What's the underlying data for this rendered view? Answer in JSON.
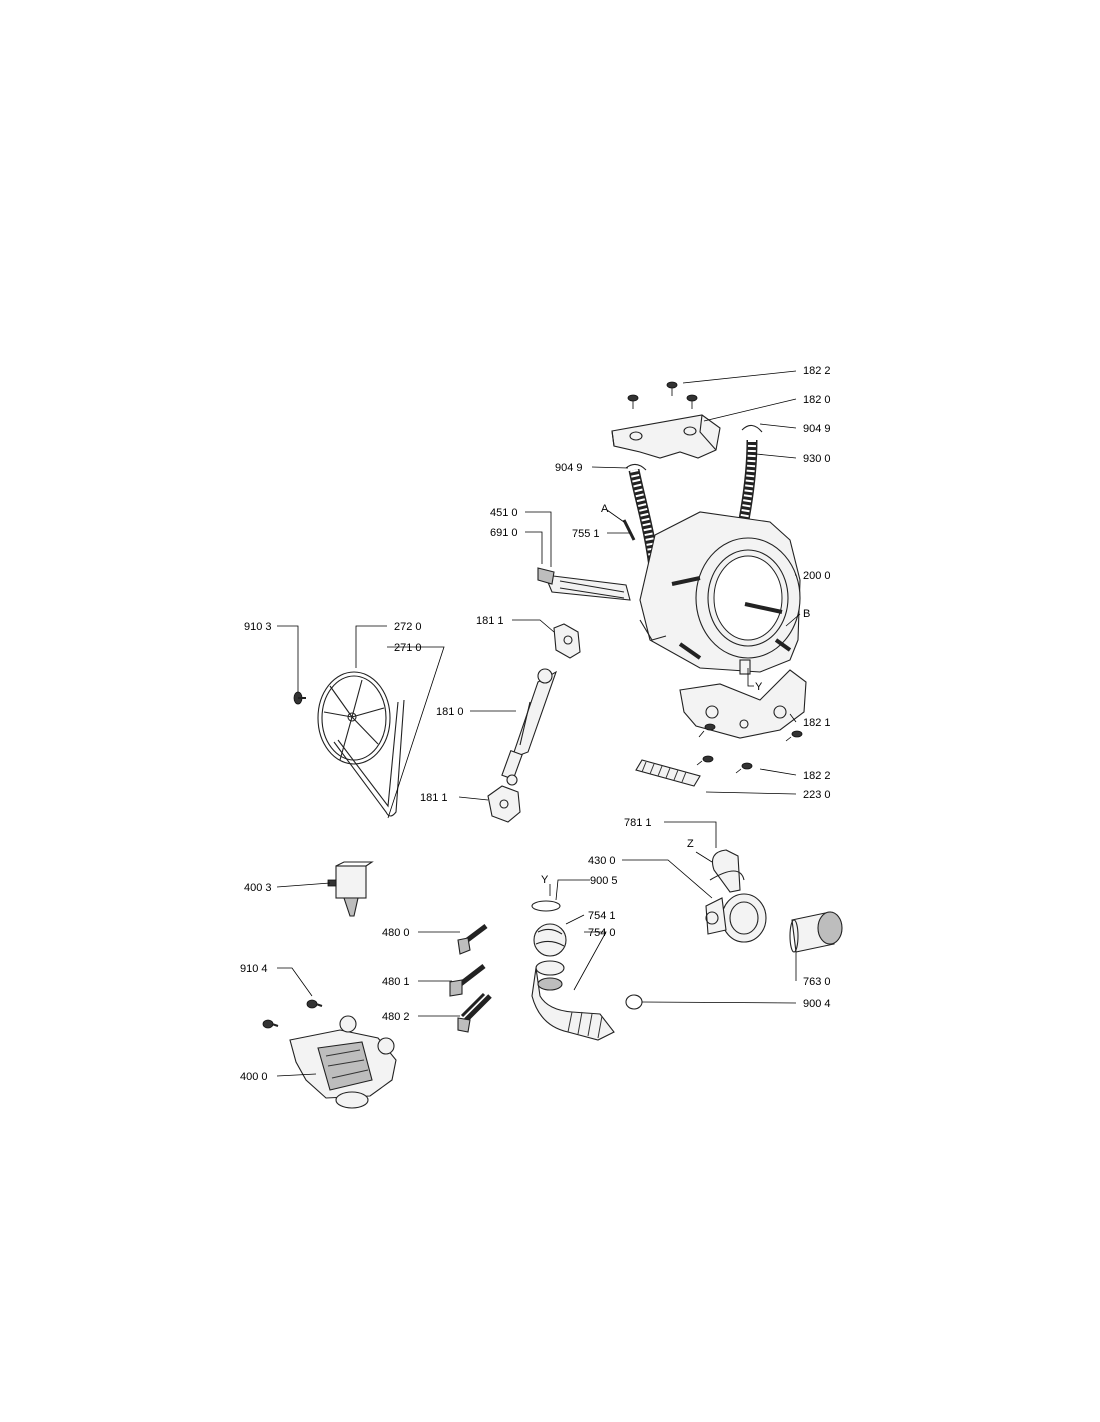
{
  "callouts": {
    "c1822_top": "182 2",
    "c1820": "182 0",
    "c9049_right": "904 9",
    "c9300": "930 0",
    "c9049_left": "904 9",
    "c4510": "451 0",
    "c6910": "691 0",
    "cA": "A",
    "c7551": "755 1",
    "c2000": "200 0",
    "cB": "B",
    "cY_tub": "Y",
    "c1821": "182 1",
    "c1822_bottom": "182 2",
    "c2230": "223 0",
    "c9103": "910 3",
    "c2720": "272 0",
    "c2710": "271 0",
    "c1811_top": "181 1",
    "c1810": "181 0",
    "c1811_bottom": "181 1",
    "c7811": "781 1",
    "cZ": "Z",
    "c4300": "430 0",
    "cY_hose": "Y",
    "c9005": "900 5",
    "c7541": "754 1",
    "c7540": "754 0",
    "c4003": "400 3",
    "c4800": "480 0",
    "c4801": "480 1",
    "c4802": "480 2",
    "c9104": "910 4",
    "c7630": "763 0",
    "c9004": "900 4",
    "c4000": "400 0"
  }
}
